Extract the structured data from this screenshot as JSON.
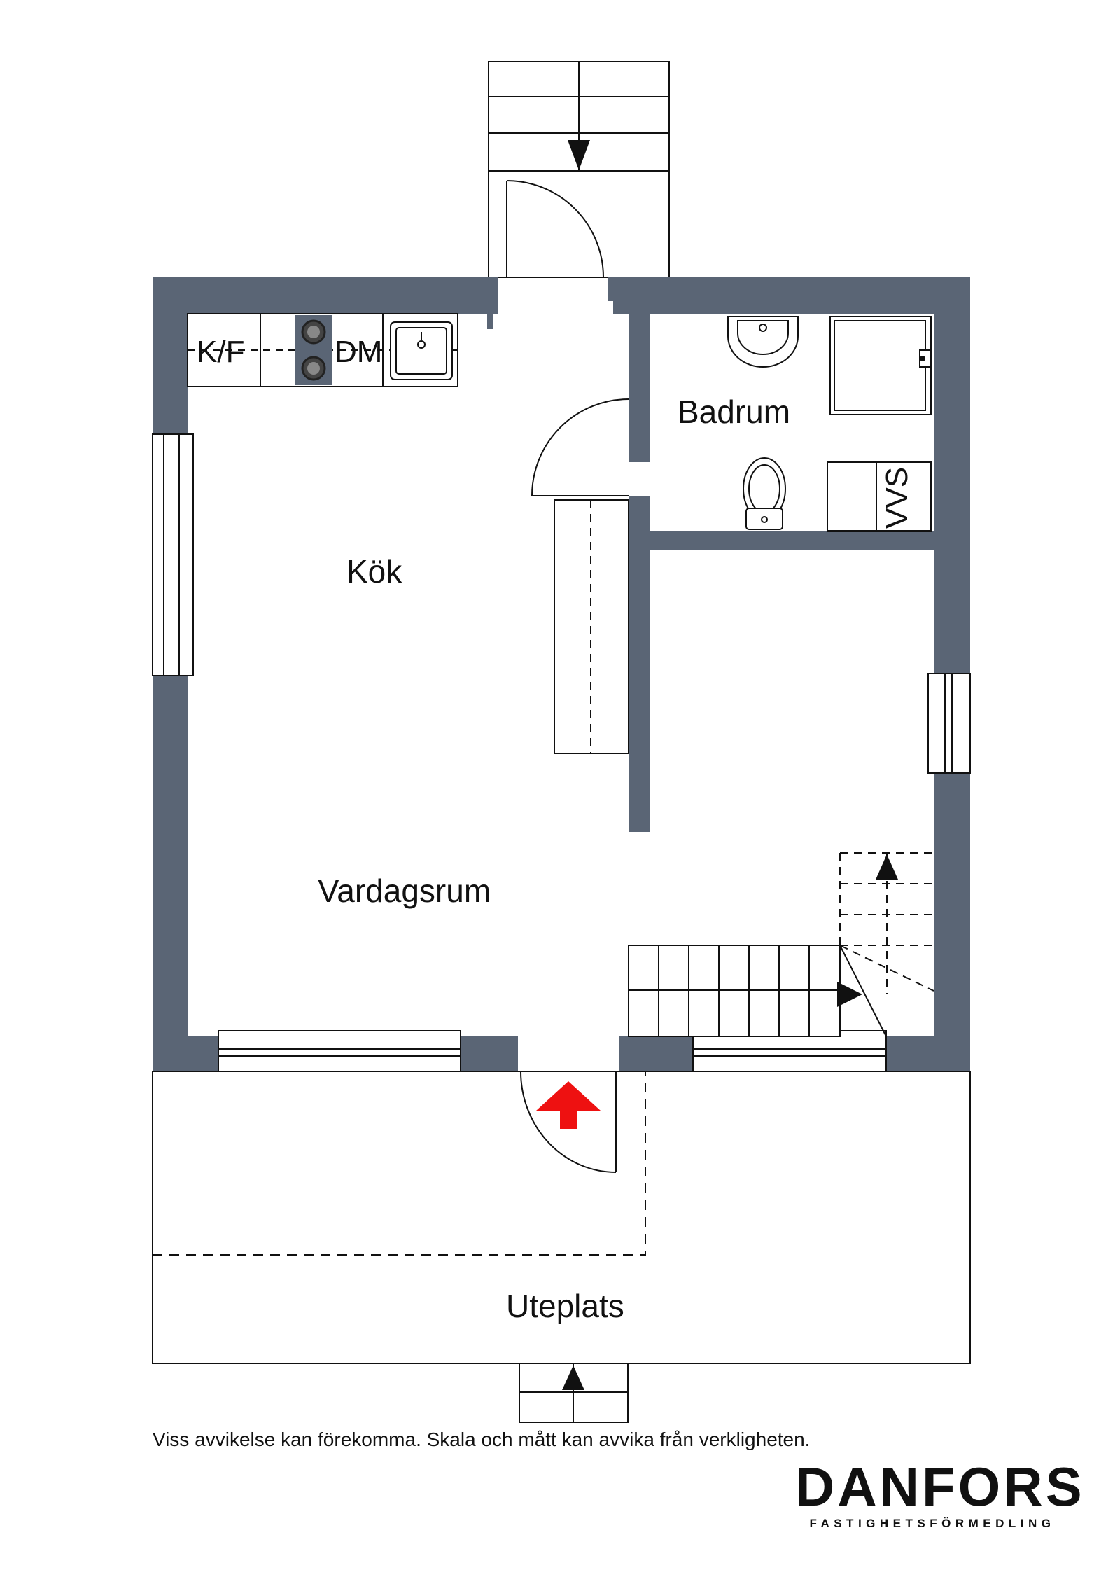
{
  "rooms": {
    "kitchen": "Kök",
    "living_room": "Vardagsrum",
    "bathroom": "Badrum",
    "patio": "Uteplats"
  },
  "fixtures": {
    "fridge_freezer": "K/F",
    "dishwasher": "DM",
    "plumbing": "VVS"
  },
  "disclaimer": "Viss avvikelse kan förekomma. Skala och mått kan avvika från verkligheten.",
  "brand": {
    "name": "DANFORS",
    "tagline": "FASTIGHETSFÖRMEDLING"
  },
  "colors": {
    "wall": "#5a6575",
    "entrance_arrow": "#ee1111",
    "line": "#111111"
  },
  "icons": {
    "entrance": "red-entrance-arrow-icon",
    "stair_direction": "black-triangle-arrow-icon",
    "sink": "sink-icon",
    "stove": "stove-burner-icon",
    "toilet": "toilet-icon",
    "shower": "shower-icon"
  }
}
